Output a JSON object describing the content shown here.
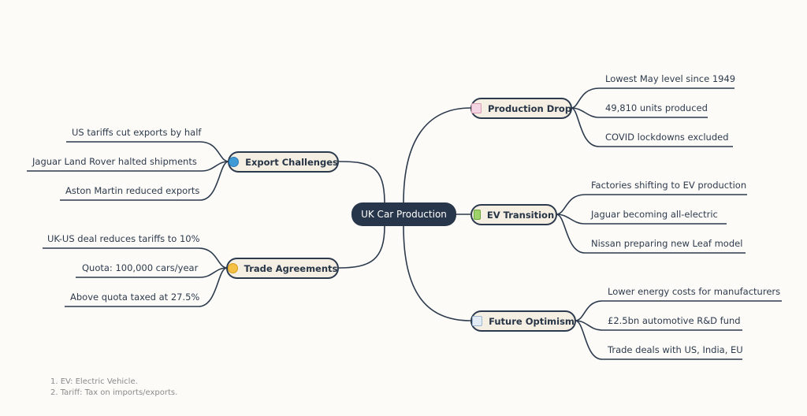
{
  "mindmap": {
    "root": "UK Car Production",
    "branches": [
      {
        "label": "Production Drop",
        "icon": "chart-down-icon",
        "leaves": [
          "Lowest May level since 1949",
          "49,810 units produced",
          "COVID lockdowns excluded"
        ]
      },
      {
        "label": "EV Transition",
        "icon": "battery-icon",
        "leaves": [
          "Factories shifting to EV production",
          "Jaguar becoming all-electric",
          "Nissan preparing new Leaf model"
        ]
      },
      {
        "label": "Future Optimism",
        "icon": "chart-up-icon",
        "leaves": [
          "Lower energy costs for manufacturers",
          "£2.5bn automotive R&D fund",
          "Trade deals with US, India, EU"
        ]
      },
      {
        "label": "Export Challenges",
        "icon": "globe-icon",
        "leaves": [
          "US tariffs cut exports by half",
          "Jaguar Land Rover halted shipments",
          "Aston Martin reduced exports"
        ]
      },
      {
        "label": "Trade Agreements",
        "icon": "handshake-icon",
        "leaves": [
          "UK-US deal reduces tariffs to 10%",
          "Quota: 100,000 cars/year",
          "Above quota taxed at 27.5%"
        ]
      }
    ]
  },
  "notes": [
    "1. EV: Electric Vehicle.",
    "2. Tariff: Tax on imports/exports."
  ],
  "colors": {
    "line": "#2c3a4d",
    "node_fill": "#f4eee3",
    "root_fill": "#27364a",
    "background": "#fcfbf7"
  }
}
